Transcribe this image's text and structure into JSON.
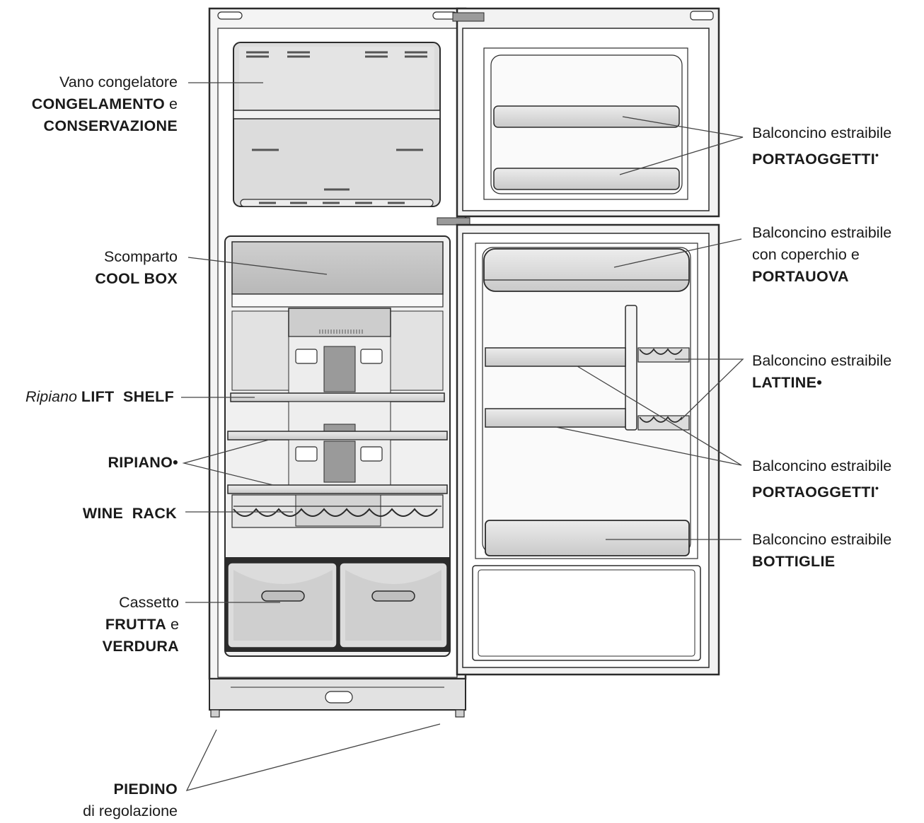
{
  "labels": {
    "freezer": {
      "line1": "Vano congelatore",
      "line2_bold": "CONGELAMENTO",
      "line2_tail": " e",
      "line3_bold": "CONSERVAZIONE"
    },
    "coolbox": {
      "line1": "Scomparto",
      "line2_bold": "COOL BOX"
    },
    "lift_shelf": {
      "italic": "Ripiano",
      "bold": "LIFT  SHELF"
    },
    "ripiano": {
      "bold": "RIPIANO•"
    },
    "wine_rack": {
      "bold": "WINE  RACK"
    },
    "crisper": {
      "line1": "Cassetto",
      "line2_bold": "FRUTTA",
      "line2_tail": " e",
      "line3_bold": "VERDURA"
    },
    "foot": {
      "line1_bold": "PIEDINO",
      "line2": "di regolazione"
    },
    "door_shelf_top": {
      "line1": "Balconcino estraibile",
      "line2_bold": "PORTAOGGETTI",
      "mark": "•"
    },
    "egg_shelf": {
      "line1": "Balconcino estraibile",
      "line2": "con coperchio e",
      "line3_bold": "PORTAUOVA"
    },
    "can_shelf": {
      "line1": "Balconcino estraibile",
      "line2_bold": "LATTINE•"
    },
    "door_shelf_mid": {
      "line1": "Balconcino estraibile",
      "line2_bold": "PORTAOGGETTI",
      "mark": "•"
    },
    "bottle_shelf": {
      "line1": "Balconcino estraibile",
      "line2_bold": "BOTTIGLIE"
    }
  },
  "colors": {
    "outline": "#2b2b2b",
    "panel": "#d9d9d9",
    "panel_dark": "#bdbdbd",
    "leader": "#444444"
  }
}
